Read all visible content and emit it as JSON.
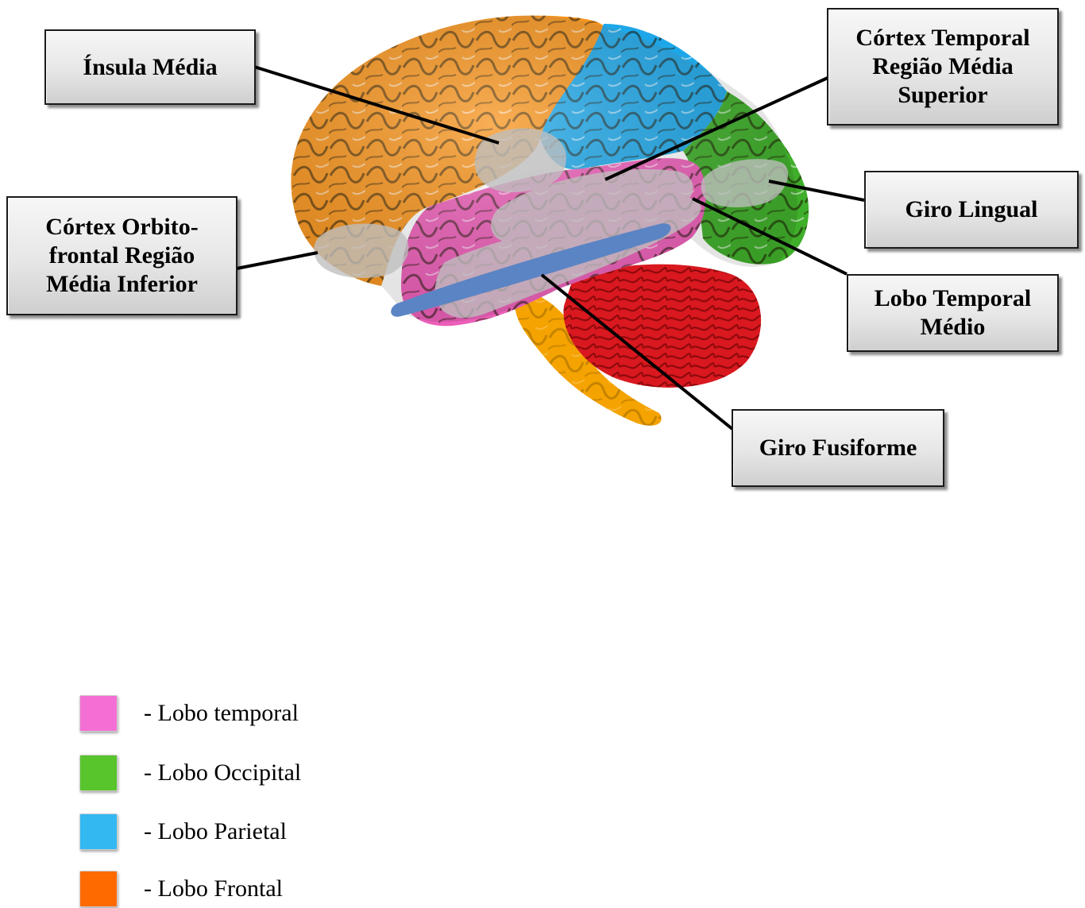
{
  "labels": {
    "insula_media": "Ínsula Média",
    "cortex_orbitofrontal": [
      "Córtex Orbito-",
      "frontal Região",
      "Média Inferior"
    ],
    "cortex_temporal": [
      "Córtex Temporal",
      "Região Média",
      "Superior"
    ],
    "giro_lingual": "Giro Lingual",
    "lobo_temporal_medio": [
      "Lobo Temporal",
      "Médio"
    ],
    "giro_fusiforme": "Giro Fusiforme"
  },
  "legend": [
    {
      "color": "#f46fd4",
      "text": "- Lobo temporal"
    },
    {
      "color": "#58c52c",
      "text": "- Lobo Occipital"
    },
    {
      "color": "#34b8f2",
      "text": "- Lobo Parietal"
    },
    {
      "color": "#ff6a00",
      "text": "- Lobo Frontal"
    }
  ],
  "colors": {
    "frontal": "#f7941d",
    "parietal": "#1ea7e8",
    "occipital": "#3fae2a",
    "temporal": "#ec5fb8",
    "cerebellum": "#d9181f",
    "brainstem": "#f5a300",
    "highlight": "#bfbfbf",
    "fusiform": "#5b84c4"
  }
}
